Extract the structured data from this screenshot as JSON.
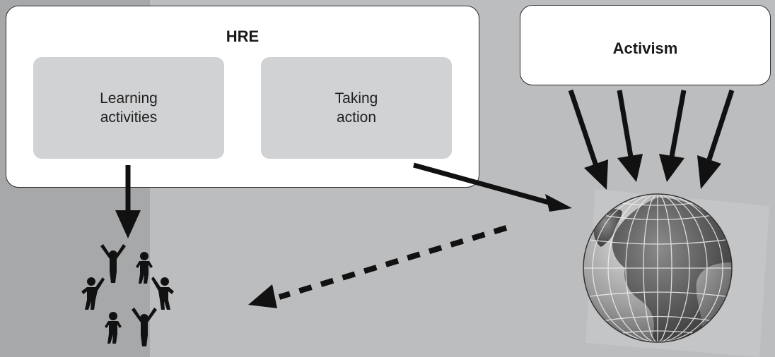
{
  "hre_box": {
    "title": "HRE",
    "learning": "Learning\nactivities",
    "taking": "Taking\naction"
  },
  "activism_box": {
    "title": "Activism"
  },
  "icons": {
    "people": "people-circle-icon",
    "globe": "globe-icon"
  },
  "colors": {
    "background": "#bcbdbf",
    "left_band": "#a7a8aa",
    "box": "#ffffff",
    "inner_box": "#d1d2d4",
    "arrow": "#111111"
  }
}
